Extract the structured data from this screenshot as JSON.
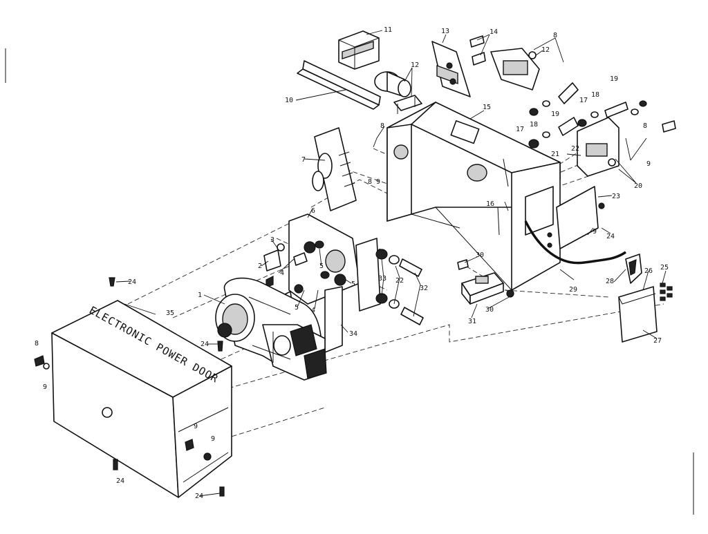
{
  "diagram": {
    "cover_text": "ELECTRONIC POWER DOOR",
    "callouts": {
      "c1": "1",
      "c2": "2",
      "c3": "3",
      "c4a": "4",
      "c4b": "4",
      "c5a": "5",
      "c5b": "5",
      "c5c": "5",
      "c6": "6",
      "c7": "7",
      "c8a": "8",
      "c8b": "8",
      "c8c": "8",
      "c8d": "8",
      "c8e": "8",
      "c9a": "9",
      "c9b": "9",
      "c9c": "9",
      "c9d": "9",
      "c9e": "9",
      "c9f": "9",
      "c10": "10",
      "c11": "11",
      "c12a": "12",
      "c12b": "12",
      "c13": "13",
      "c14": "14",
      "c15": "15",
      "c16": "16",
      "c17a": "17",
      "c17b": "17",
      "c18a": "18",
      "c18b": "18",
      "c19a": "19",
      "c19b": "19",
      "c20": "20",
      "c21": "21",
      "c22a": "22",
      "c22b": "22",
      "c23": "23",
      "c24a": "24",
      "c24b": "24",
      "c24c": "24",
      "c24d": "24",
      "c24e": "24",
      "c25": "25",
      "c26": "26",
      "c27": "27",
      "c28": "28",
      "c29": "29",
      "c30a": "30",
      "c30b": "30",
      "c31": "31",
      "c32": "32",
      "c33": "33",
      "c34": "34",
      "c35": "35"
    }
  }
}
